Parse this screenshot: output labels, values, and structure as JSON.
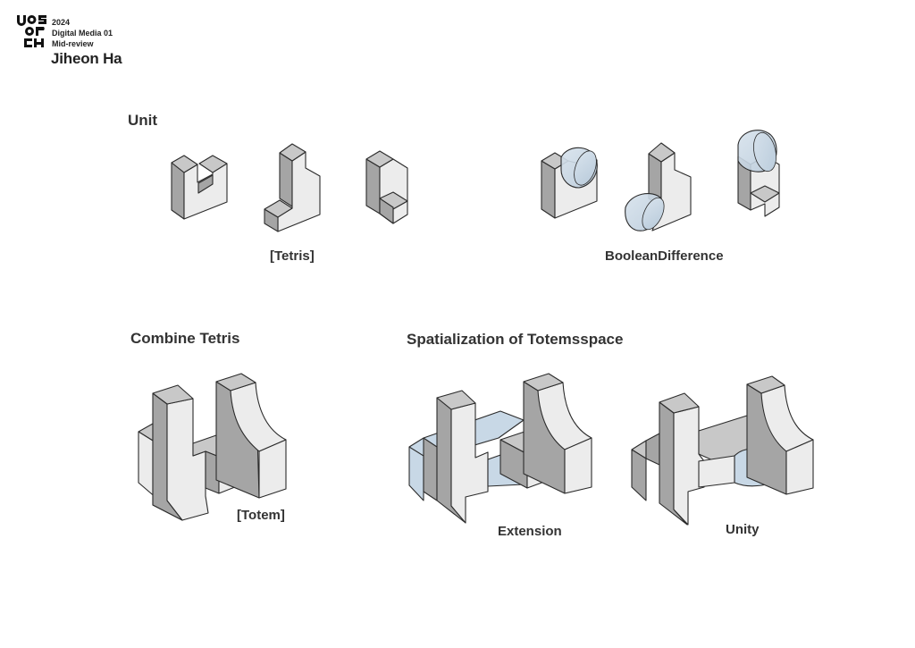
{
  "header": {
    "logo_text": "uos arch",
    "meta_lines": [
      "2024",
      "Digital Media 01",
      "Mid-review"
    ],
    "author": "Jiheon Ha"
  },
  "sections": {
    "unit": "Unit",
    "combine": "Combine Tetris",
    "spatial": "Spatialization of Totemsspace"
  },
  "captions": {
    "tetris": "[Tetris]",
    "boolean": "BooleanDifference",
    "totem": "[Totem]",
    "extension": "Extension",
    "unity": "Unity"
  },
  "colors": {
    "face_top": "#c8c8c8",
    "face_left": "#a5a5a5",
    "face_right": "#ececec",
    "boolean_volume": "#c5d4e2",
    "space_fill": "#c8d8e6"
  }
}
